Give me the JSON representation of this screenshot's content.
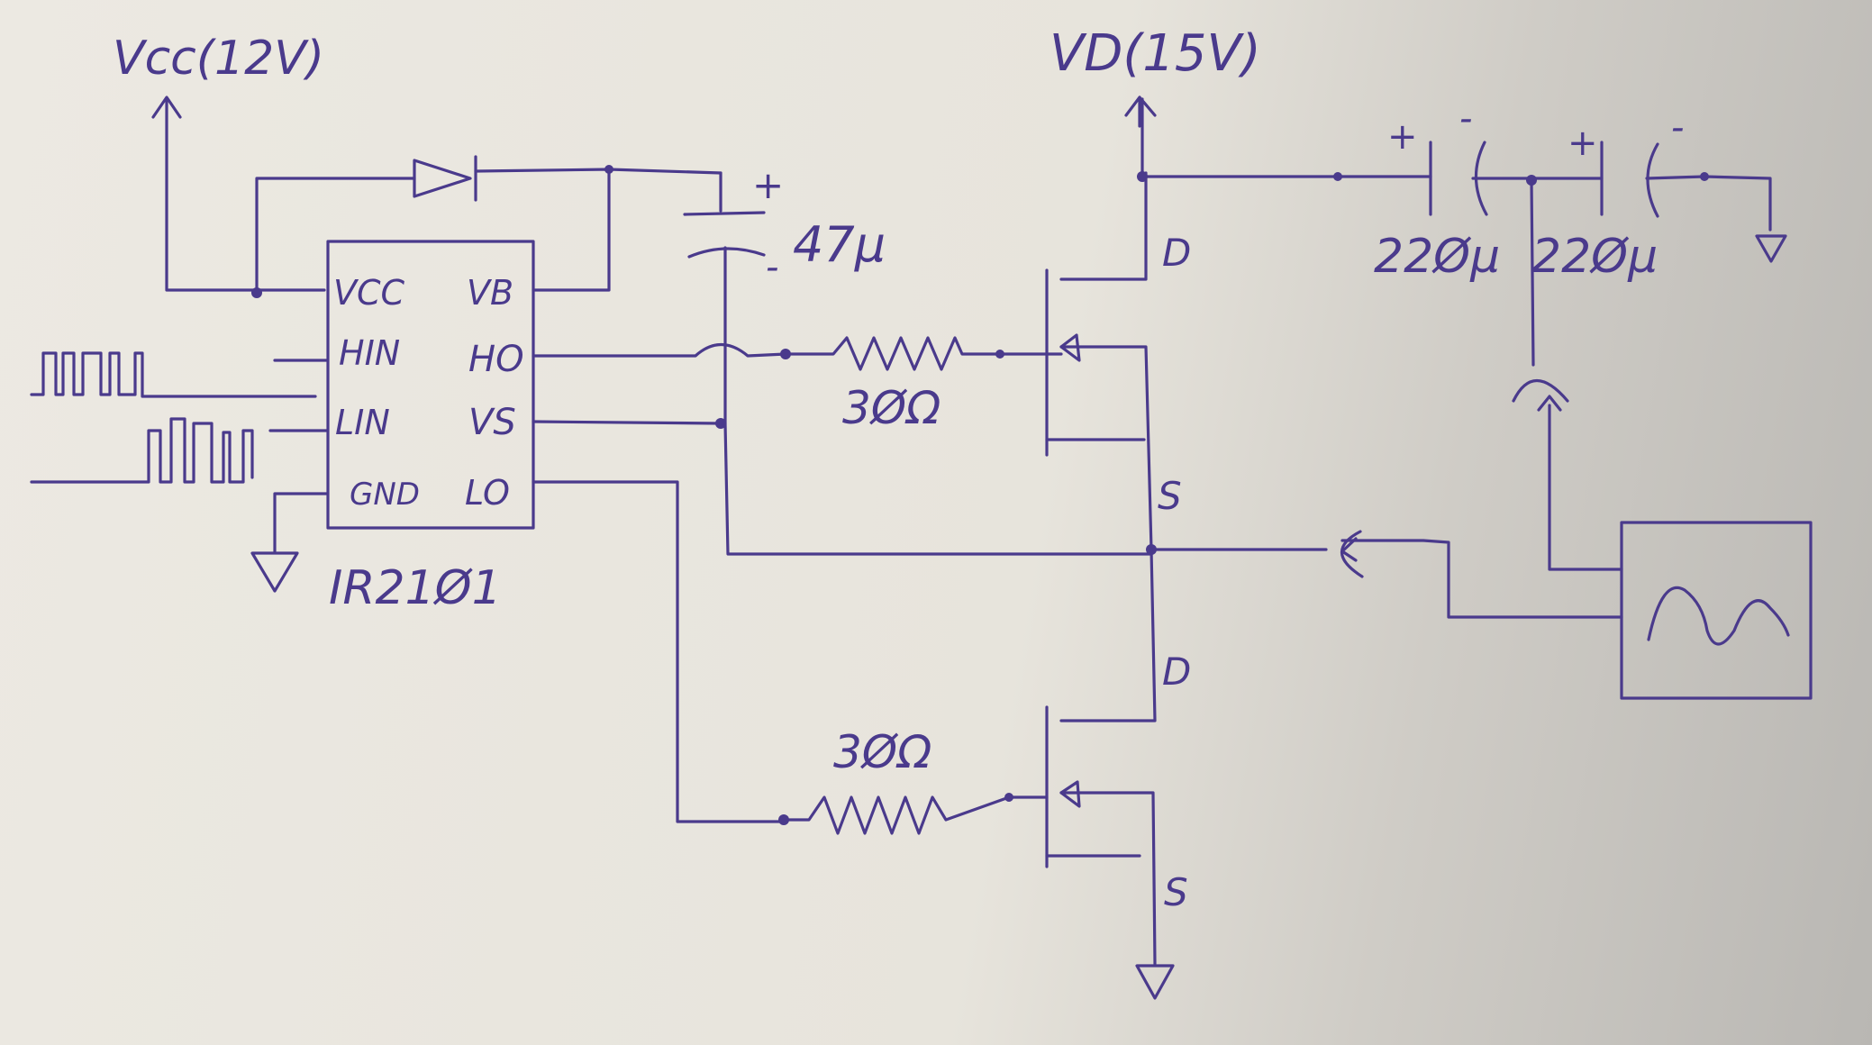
{
  "rails": {
    "vcc_label": "Vcc(12V)",
    "vd_label": "VD(15V)"
  },
  "driver_ic": {
    "part": "IR21Ø1",
    "pins": {
      "vcc": "VCC",
      "hin": "HIN",
      "lin": "LIN",
      "gnd": "GND",
      "vb": "VB",
      "ho": "HO",
      "vs": "VS",
      "lo": "LO"
    }
  },
  "components": {
    "bootstrap_cap": "47μ",
    "bootstrap_cap_plus": "+",
    "bootstrap_cap_minus": "-",
    "gate_res_high": "3ØΩ",
    "gate_res_low": "3ØΩ",
    "bulk_cap_1": "22Øμ",
    "bulk_cap_2": "22Øμ",
    "cap_plus": "+",
    "cap_minus": "-"
  },
  "mosfets": {
    "high_drain": "D",
    "high_source": "S",
    "low_drain": "D",
    "low_source": "S"
  },
  "ink_color": "#4a3a8c"
}
